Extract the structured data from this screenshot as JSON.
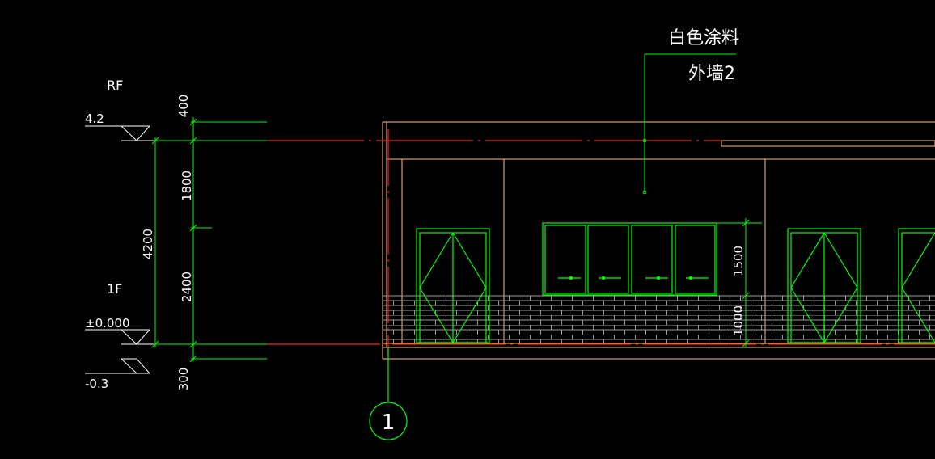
{
  "drawing": {
    "levels": {
      "rf": {
        "name": "RF",
        "elevation": "4.2"
      },
      "first_floor": {
        "name": "1F",
        "elevation": "±0.000"
      },
      "ground": {
        "elevation": "-0.3"
      }
    },
    "dimensions": {
      "top": "400",
      "upper": "1800",
      "lower": "2400",
      "bottom": "300",
      "total": "4200",
      "window_height": "1500",
      "sill_height": "1000"
    },
    "annotation": {
      "material": "白色涂料",
      "wall_type": "外墙2"
    },
    "axis": {
      "label": "1"
    }
  },
  "colors": {
    "background": "#000000",
    "dimension": "#00ff00",
    "level_marks": "#ffffff",
    "building": "#ffbe82",
    "axis_dash": "#ff0000",
    "brick": "#a0a0a0"
  }
}
